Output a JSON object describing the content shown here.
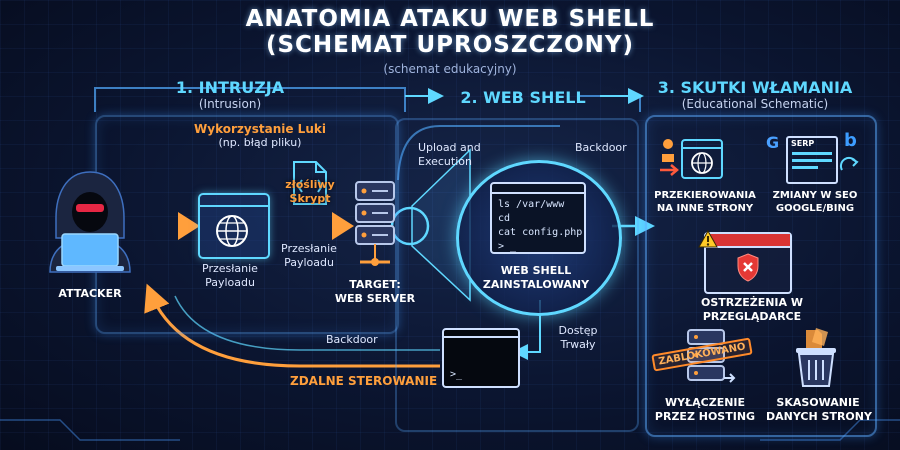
{
  "header": {
    "title_line1": "ANATOMIA ATAKU WEB SHELL",
    "title_line2": "(SCHEMAT UPROSZCZONY)",
    "subtitle": "(schemat edukacyjny)"
  },
  "stages": {
    "s1": {
      "title": "1. INTRUZJA",
      "sub": "(Intrusion)"
    },
    "s2": {
      "title": "2. WEB SHELL"
    },
    "s3": {
      "title": "3. SKUTKI WŁAMANIA",
      "sub": "(Educational Schematic)"
    }
  },
  "intrusion": {
    "exploit_title": "Wykorzystanie Luki",
    "exploit_sub": "(np. błąd pliku)",
    "attacker_label": "ATTACKER",
    "upload_label_1": "Przesłanie",
    "upload_label_2": "Payloadu",
    "script_label_1": "złośliwy",
    "script_label_2": "Skrypt",
    "payload_label_1": "Przesłanie",
    "payload_label_2": "Payloadu",
    "server_label_1": "TARGET:",
    "server_label_2": "WEB SERVER"
  },
  "webshell": {
    "upload_exec_1": "Upload and",
    "upload_exec_2": "Execution",
    "backdoor_top": "Backdoor",
    "cmd_1": "ls /var/www",
    "cmd_2": "cd",
    "cmd_3": "cat config.php",
    "prompt": "> _",
    "installed_1": "WEB SHELL",
    "installed_2": "ZAINSTALOWANY",
    "access_1": "Dostęp",
    "access_2": "Trwały"
  },
  "bottom": {
    "backdoor": "Backdoor",
    "remote_control": "ZDALNE STEROWANIE",
    "terminal_prompt": ">_"
  },
  "effects": {
    "redirect_1": "PRZEKIEROWANIA",
    "redirect_2": "NA INNE STRONY",
    "seo_1": "ZMIANY W SEO",
    "seo_2": "GOOGLE/BING",
    "serp_tag": "SERP",
    "google_letter": "G",
    "bing_letter": "b",
    "warning_1": "OSTRZEŻENIA W",
    "warning_2": "PRZEGLĄDARCE",
    "blocked_badge": "ZABLOKOWANO",
    "hosting_1": "WYŁĄCZENIE",
    "hosting_2": "PRZEZ HOSTING",
    "delete_1": "SKASOWANIE",
    "delete_2": "DANYCH STRONY"
  },
  "colors": {
    "accent_cyan": "#5fd8ff",
    "accent_orange": "#ff9f3c",
    "warning_red": "#e53935",
    "panel_border": "#5aaaff"
  }
}
